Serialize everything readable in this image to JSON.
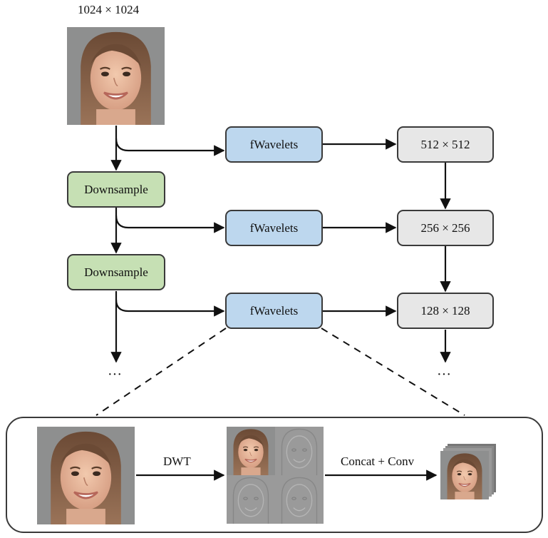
{
  "input_label": "1024 × 1024",
  "nodes": {
    "downsample_1": "Downsample",
    "downsample_2": "Downsample",
    "fwavelets_1": "fWavelets",
    "fwavelets_2": "fWavelets",
    "fwavelets_3": "fWavelets",
    "output_1": "512 × 512",
    "output_2": "256 × 256",
    "output_3": "128 × 128"
  },
  "ellipsis_left": "···",
  "ellipsis_right": "···",
  "detail": {
    "dwt_label": "DWT",
    "concat_label": "Concat + Conv"
  },
  "colors": {
    "downsample_fill": "#c6e0b4",
    "fwavelets_fill": "#bdd7ee",
    "output_fill": "#e7e7e7",
    "stroke": "#3a3a3a"
  }
}
